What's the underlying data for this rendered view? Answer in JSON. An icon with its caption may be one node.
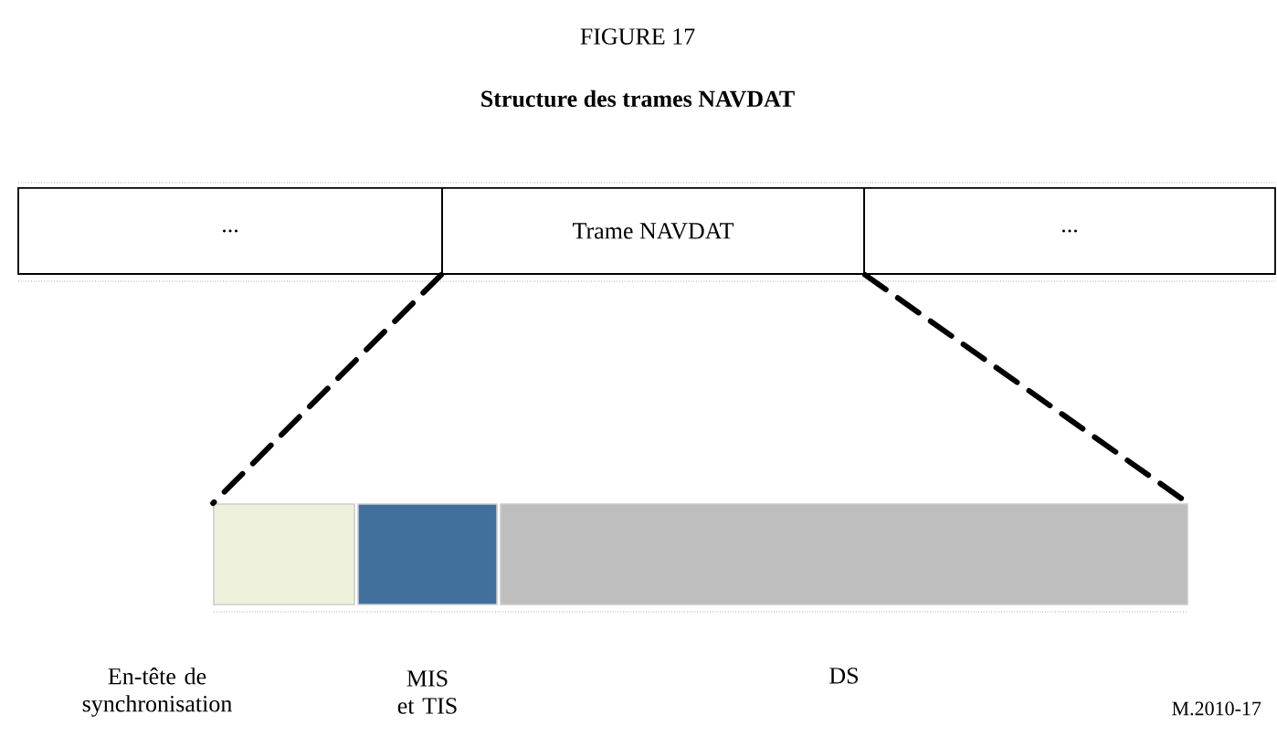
{
  "diagram": {
    "title": "Structure des trames NAVDAT",
    "nodes": [
      {
        "text": [
          "..."
        ]
      },
      {
        "text": [
          "Trame NAVDAT"
        ]
      },
      {
        "text": [
          "..."
        ]
      },
      {
        "text": [
          "En-tête de synchronisation"
        ]
      },
      {
        "text": [
          "MIS et TIS"
        ]
      },
      {
        "text": [
          "DS"
        ]
      }
    ],
    "edges": [
      {
        "from": 1,
        "to": 3,
        "arrow": "none",
        "style": "dashed"
      },
      {
        "from": 1,
        "to": 5,
        "arrow": "none",
        "style": "dashed"
      }
    ],
    "labels": [
      "FIGURE 17",
      "M.2010-17"
    ]
  }
}
